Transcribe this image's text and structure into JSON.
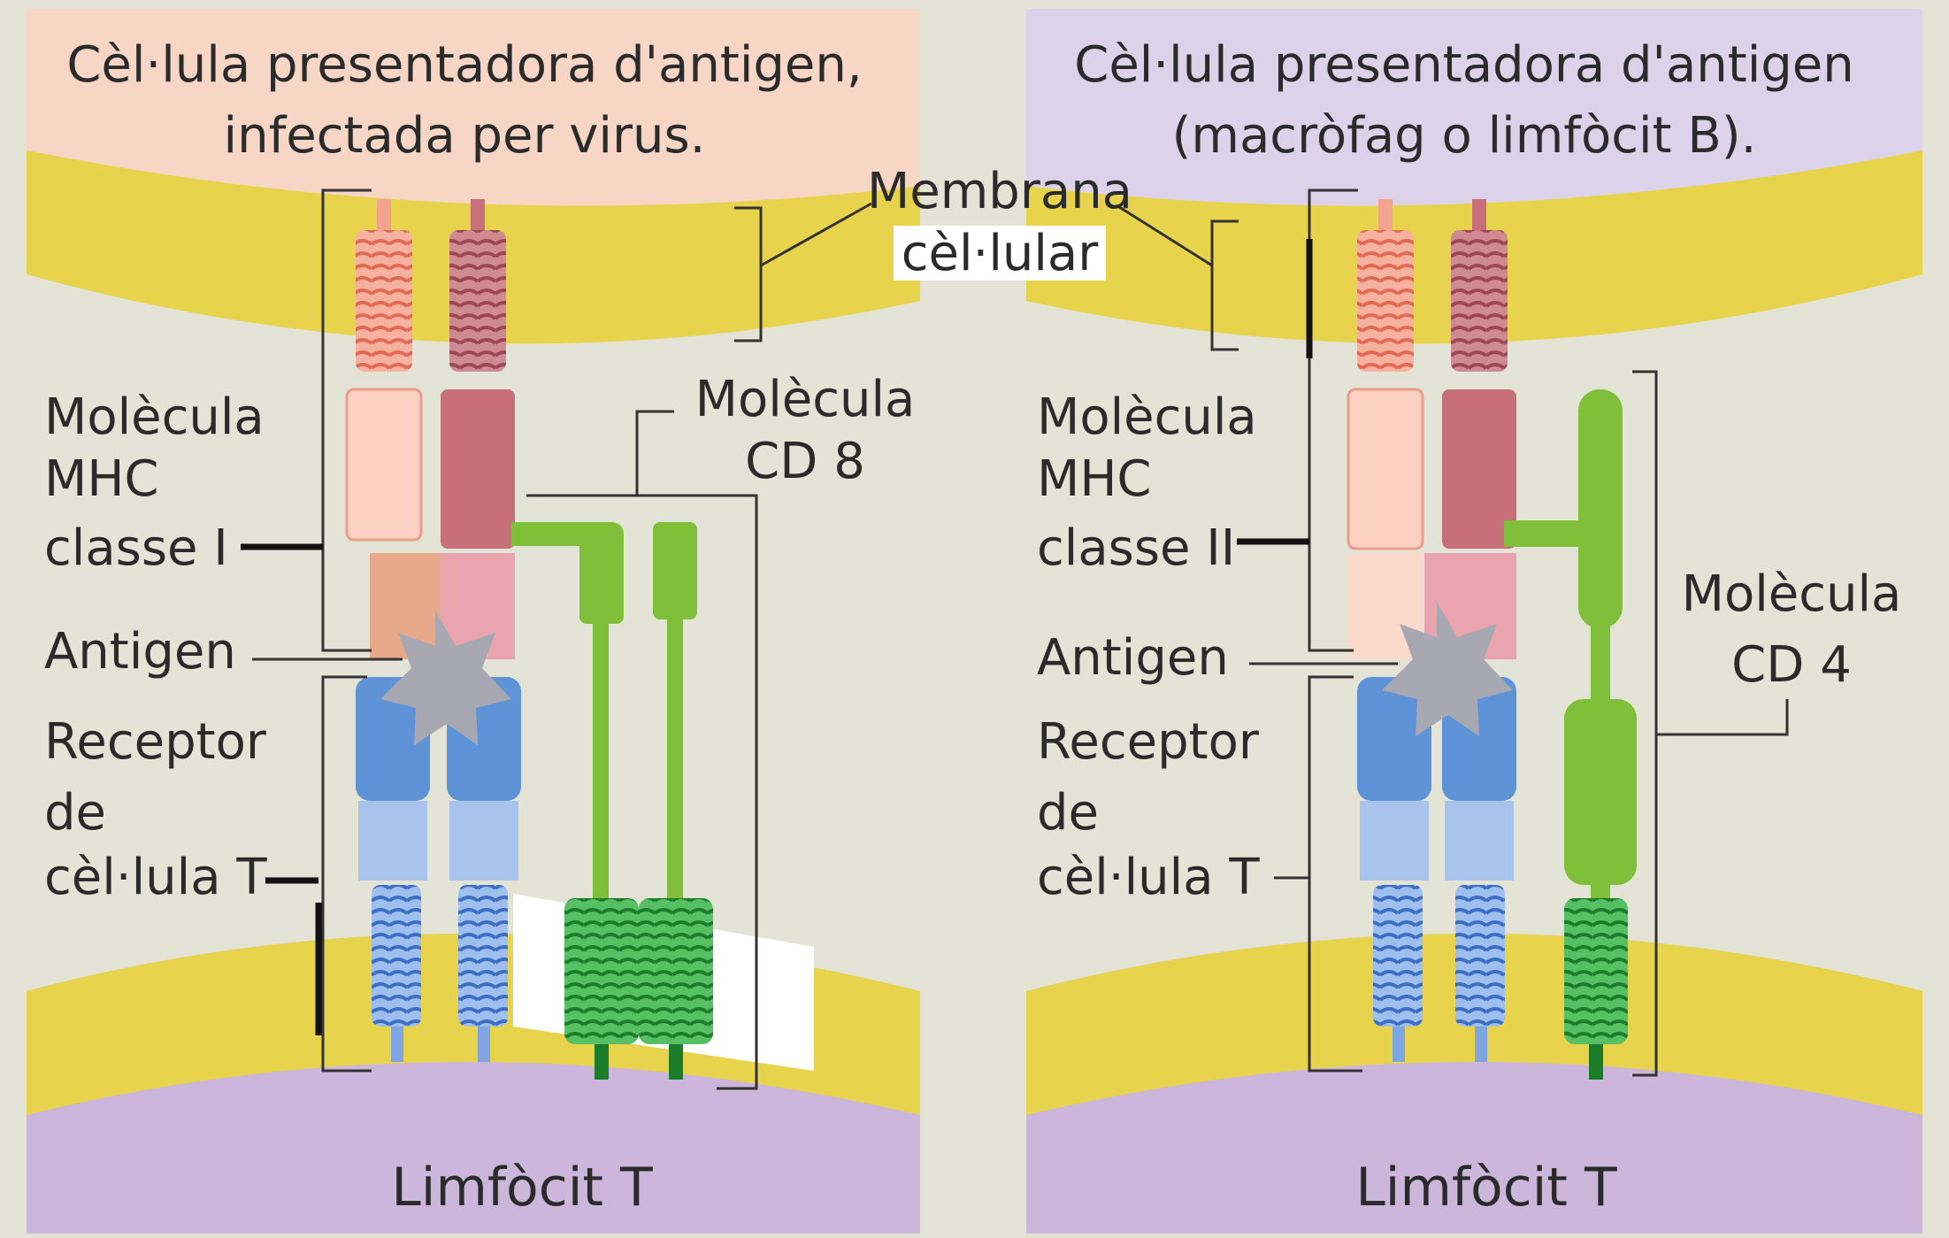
{
  "left_panel": {
    "title_line1": "Cèl·lula presentadora d'antigen,",
    "title_line2": "infectada per virus.",
    "mhc_label": [
      "Molècula",
      "MHC",
      "classe I"
    ],
    "antigen_label": "Antigen",
    "receptor_label": [
      "Receptor",
      "de",
      "cèl·lula T"
    ],
    "co_receptor_label": [
      "Molècula",
      "CD 8"
    ],
    "bottom_label": "Limfòcit T"
  },
  "right_panel": {
    "title_line1": "Cèl·lula presentadora d'antigen",
    "title_line2": "(macròfag o limfòcit B).",
    "mhc_label": [
      "Molècula",
      "MHC",
      "classe II"
    ],
    "antigen_label": "Antigen",
    "receptor_label": [
      "Receptor",
      "de",
      "cèl·lula T"
    ],
    "co_receptor_label": [
      "Molècula",
      "CD 4"
    ],
    "bottom_label": "Limfòcit T"
  },
  "membrane_label": [
    "Membrana",
    "cèl·lular"
  ],
  "colors": {
    "background": "#e4e4d6",
    "apc_infected_fill": "#f7d6c6",
    "apc_macrophage_fill": "#dcd3ea",
    "membrane_yellow": "#e7d34c",
    "t_cell_fill": "#cdb6db",
    "mhc_salmon": "#f2a48e",
    "mhc_rose": "#c7707a",
    "antigen_gray": "#a8a8b2",
    "receptor_blue": "#5f93d8",
    "receptor_light_blue": "#a9c4ec",
    "cd_green": "#7fbf3a",
    "cd_dark_green": "#2da43a"
  }
}
